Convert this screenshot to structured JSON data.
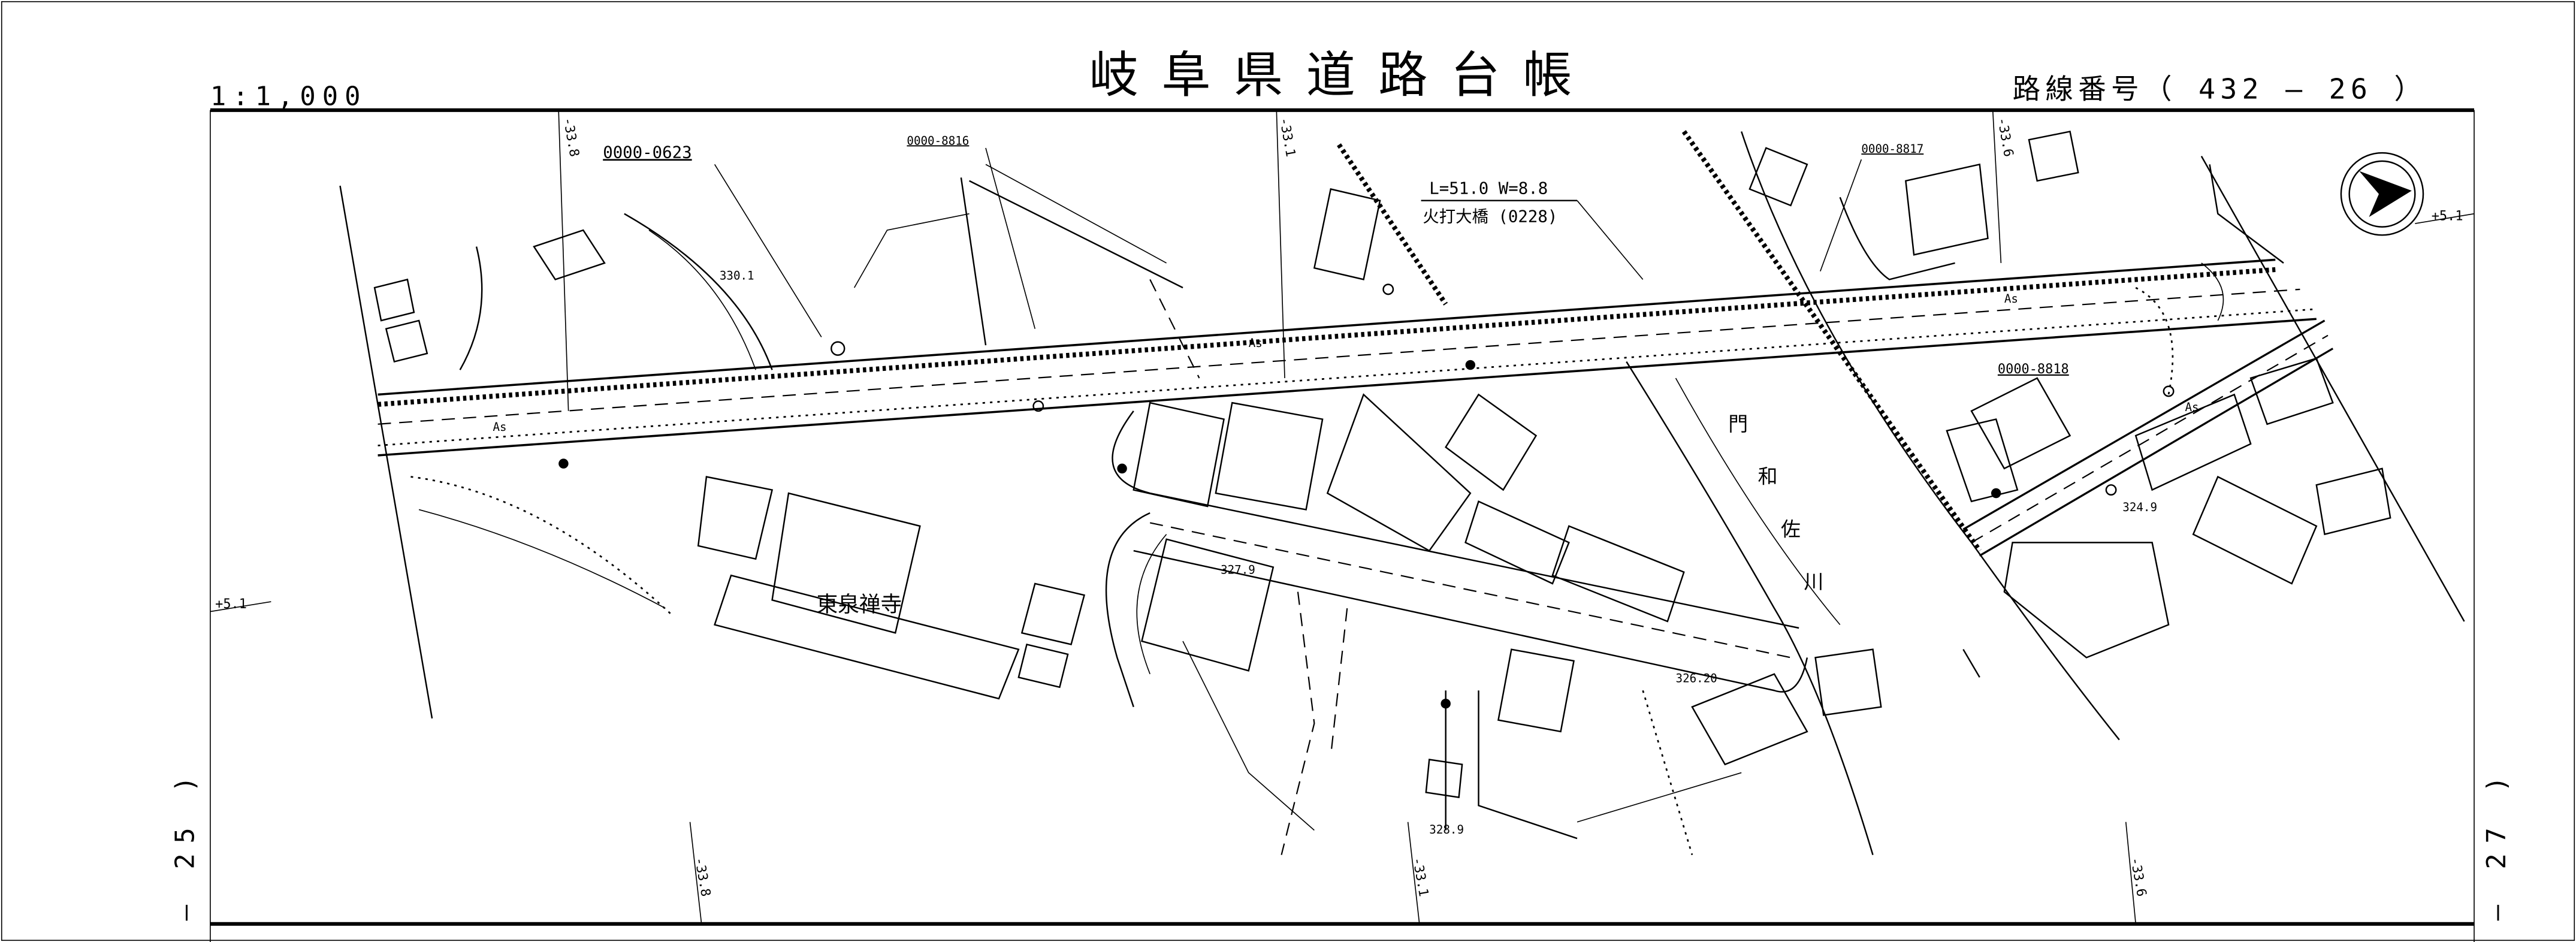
{
  "header": {
    "title": "岐阜県道路台帳",
    "scale": "1:1,000",
    "route_number": "路線番号（ 432 ― 26 ）"
  },
  "sheet_refs": {
    "left": "― 25 )",
    "right": "― 27 )"
  },
  "stations": {
    "top": [
      "-33.8",
      "-33.1",
      "-33.6"
    ],
    "bottom": [
      "-33.8",
      "-33.1",
      "-33.6"
    ],
    "offset_left": "+5.1",
    "offset_right": "+5.1"
  },
  "parcels": [
    "0000-0623",
    "0000-8816",
    "0000-8817",
    "0000-8818"
  ],
  "bridge": {
    "dimensions": "L=51.0  W=8.8",
    "name": "火打大橋 (0228)"
  },
  "places": {
    "temple": "東泉禅寺",
    "river": [
      "門",
      "和",
      "佐",
      "川"
    ]
  },
  "elevations": [
    "330.1",
    "327.9",
    "326.20",
    "328.9",
    "324.9"
  ],
  "surface_labels": [
    "As",
    "As",
    "As",
    "As"
  ],
  "compass": {
    "icon": "north-arrow-icon"
  }
}
